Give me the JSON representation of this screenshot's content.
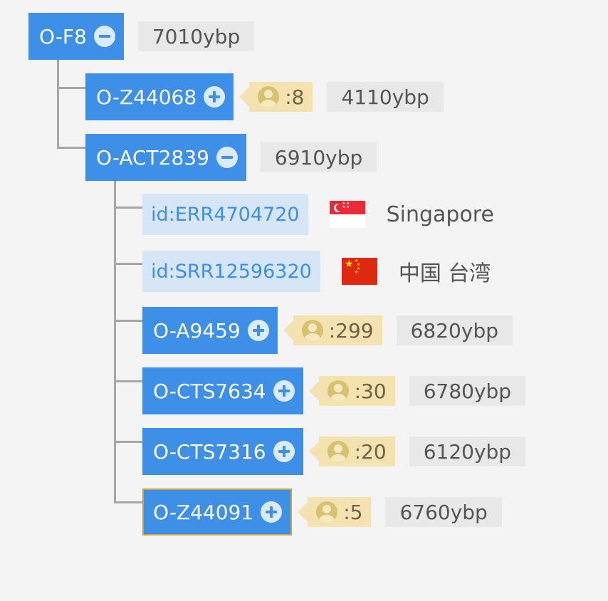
{
  "root": {
    "label": "O-F8",
    "age": "7010ybp"
  },
  "children": [
    {
      "label": "O-Z44068",
      "count": "8",
      "age": "4110ybp"
    },
    {
      "label": "O-ACT2839",
      "age": "6910ybp",
      "samples": [
        {
          "id": "id:ERR4704720",
          "flag_icon": "singapore-flag-icon",
          "country": "Singapore"
        },
        {
          "id": "id:SRR12596320",
          "flag_icon": "china-flag-icon",
          "country": "中国 台湾"
        }
      ],
      "subclades": [
        {
          "label": "O-A9459",
          "count": "299",
          "age": "6820ybp"
        },
        {
          "label": "O-CTS7634",
          "count": "30",
          "age": "6780ybp"
        },
        {
          "label": "O-CTS7316",
          "count": "20",
          "age": "6120ybp"
        },
        {
          "label": "O-Z44091",
          "count": "5",
          "age": "6760ybp"
        }
      ]
    }
  ],
  "count_prefix": ": ",
  "colors": {
    "node_blue": "#3d8fe8",
    "sample_bg": "#d7e6f7",
    "count_bg": "#f4e3b1",
    "age_bg": "#e8e8e8",
    "connector": "#a6a6a6",
    "selected_border": "#c9a441"
  }
}
